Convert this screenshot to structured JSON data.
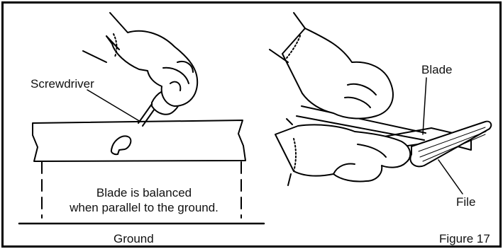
{
  "figure": {
    "number_label": "Figure 17"
  },
  "left_panel": {
    "screwdriver_label": "Screwdriver",
    "caption_line_1": "Blade is balanced",
    "caption_line_2": "when parallel to the ground.",
    "ground_label": "Ground"
  },
  "right_panel": {
    "blade_label": "Blade",
    "file_label": "File"
  }
}
